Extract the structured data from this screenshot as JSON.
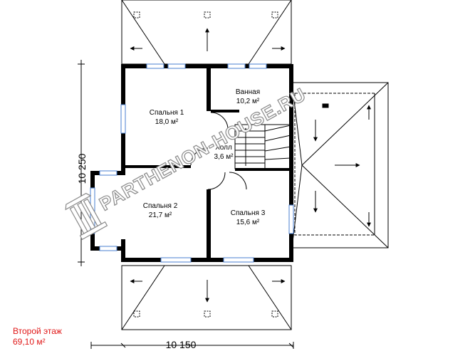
{
  "rooms": {
    "bedroom1": {
      "name": "Спальня 1",
      "area": "18,0 м²"
    },
    "bathroom": {
      "name": "Ванная",
      "area": "10,2 м²"
    },
    "hall": {
      "name": "Холл",
      "area": "3,6 м²"
    },
    "bedroom2": {
      "name": "Спальня 2",
      "area": "21,7 м²"
    },
    "bedroom3": {
      "name": "Спальня 3",
      "area": "15,6 м²"
    }
  },
  "dimensions": {
    "width": "10 150",
    "height": "10 250"
  },
  "floor": {
    "title": "Второй этаж",
    "area": "69,10 м²"
  },
  "watermark": "PARTHENON-HOUSE.RU",
  "colors": {
    "wall": "#000000",
    "window": "#4a7fd0",
    "caption": "#e01818",
    "watermark_stroke": "#8a8a8a"
  }
}
